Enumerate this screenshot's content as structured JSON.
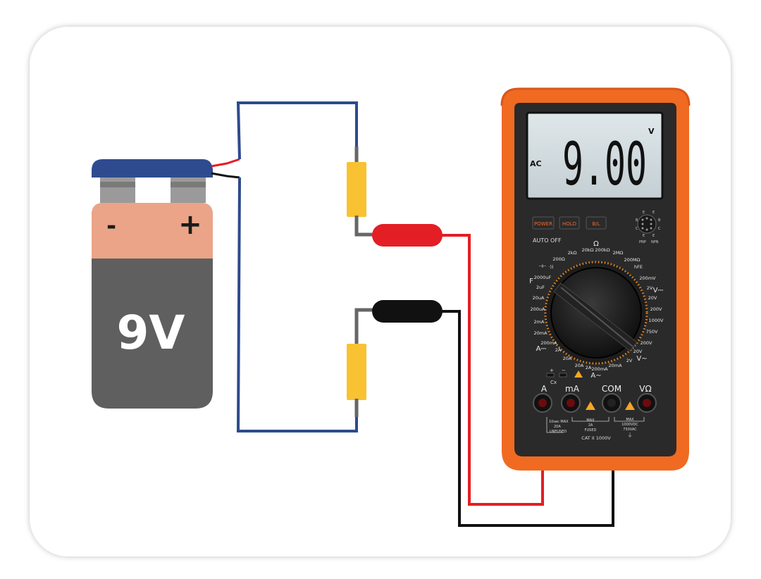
{
  "battery": {
    "voltage_label": "9V",
    "negative_symbol": "-",
    "positive_symbol": "+"
  },
  "multimeter": {
    "display": {
      "reading": "9.00",
      "unit": "V",
      "mode": "AC"
    },
    "buttons": [
      {
        "label": "POWER"
      },
      {
        "label": "HOLD"
      },
      {
        "label": "B/L"
      }
    ],
    "auto_off": "AUTO OFF",
    "transistor_socket": {
      "pnp": "PNP",
      "npn": "NPN",
      "pins": [
        "E",
        "B",
        "C",
        "E",
        "B",
        "C",
        "E",
        "E"
      ]
    },
    "dial_labels": [
      "200Ω",
      "2kΩ",
      "20kΩ",
      "Ω",
      "200kΩ",
      "2MΩ",
      "200MΩ",
      "hFE",
      "200mV",
      "2V",
      "V⎓",
      "20V",
      "200V",
      "1000V",
      "750V",
      "200V",
      "20V",
      "2V",
      "V∼",
      "20mA",
      "200mA",
      "2A",
      "A∼",
      "20A",
      "20A",
      "2A",
      "200mA",
      "A⎓",
      "20mA",
      "2mA",
      "200uA",
      "20uA",
      "2uF",
      "F",
      "2000uF",
      "⊣⊢",
      "·))"
    ],
    "cx_label": "Cx",
    "jacks": [
      {
        "label": "A"
      },
      {
        "label": "mA"
      },
      {
        "label": "COM"
      },
      {
        "label": "VΩ"
      }
    ],
    "jack_notes": {
      "a_note": [
        "10sec MAX",
        "20A",
        "UNFUSED"
      ],
      "ma_note": [
        "MAX",
        "2A",
        "FUSED"
      ],
      "v_note": [
        "MAX",
        "1000VDC",
        "750VAC"
      ]
    },
    "cat_rating": "CAT II 1000V"
  },
  "colors": {
    "wire_blue": "#2e4a8c",
    "red_probe": "#e31e24",
    "black_probe": "#111111",
    "resistor": "#f9c232",
    "battery_top": "#2f4b8f",
    "battery_band": "#eba487",
    "battery_body": "#5f5f5f",
    "meter_orange": "#f06a22"
  }
}
